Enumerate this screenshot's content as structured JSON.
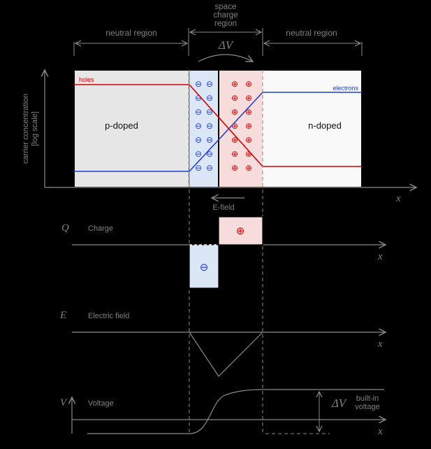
{
  "labels": {
    "neutral_left": "neutral region",
    "neutral_right": "neutral region",
    "space_charge_1": "space",
    "space_charge_2": "charge",
    "space_charge_3": "region",
    "delta_v": "ΔV",
    "p_doped": "p-doped",
    "n_doped": "n-doped",
    "holes": "holes",
    "electrons": "electrons",
    "y_axis_1": "carrier concentration",
    "y_axis_2": "[log scale]",
    "x_axis": "x",
    "e_field": "E-field",
    "charge_axis": "Q",
    "charge": "Charge",
    "efield_axis": "E",
    "electric_field": "Electric field",
    "voltage_axis": "V",
    "voltage": "Voltage",
    "delta_v_right": "ΔV",
    "built_in_1": "built-in",
    "built_in_2": "voltage",
    "minus": "⊖",
    "plus": "⊕"
  },
  "colors": {
    "background": "#000000",
    "neutral_p_fill": "#e6e6e6",
    "neutral_n_fill": "#f9f9f9",
    "depletion_negative": "#dbe6f7",
    "depletion_positive": "#f7dcdc",
    "holes_line": "#d40000",
    "electrons_line": "#1f3fd0",
    "minus_symbol": "#1f3fd0",
    "plus_symbol": "#d40000",
    "axes": "#8a8a8a",
    "text": "#808080"
  }
}
